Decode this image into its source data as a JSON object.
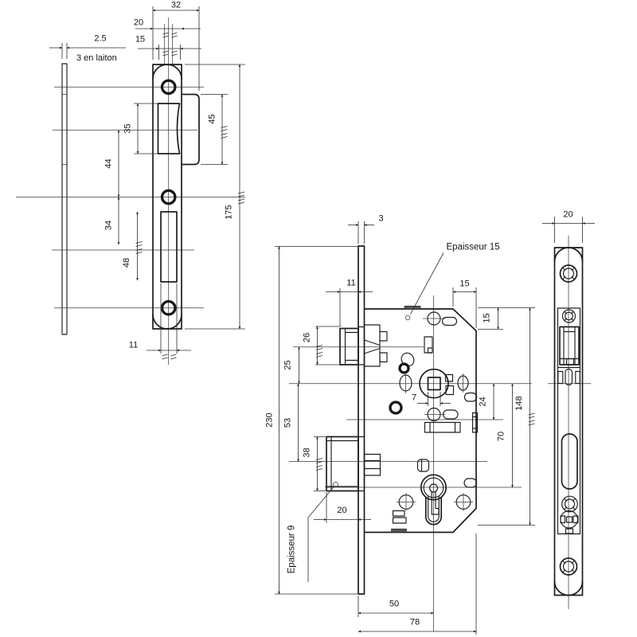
{
  "strike_view": {
    "total_width": "32",
    "plate_width": "20",
    "cutout_width": "15",
    "plate_thickness": "2.5",
    "material_note": "3 en laiton",
    "latch_cutout_height": "35",
    "lip_height": "45",
    "latch_to_middle_hole": "44",
    "middle_hole_to_lower_cutout": "34",
    "lower_cutout_height": "48",
    "total_height": "175",
    "lower_cutout_width": "11"
  },
  "lock_view": {
    "faceplate_thickness": "3",
    "latch_projection": "11",
    "case_thickness_label": "Epaisseur 15",
    "chamfer_width": "15",
    "chamfer_height": "15",
    "latch_height": "26",
    "latch_to_follower": "25",
    "follower_to_bolt": "53",
    "bolt_height": "38",
    "bolt_projection": "20",
    "bolt_thickness_label": "Epaisseur 9",
    "faceplate_length": "230",
    "spindle_square": "7",
    "follower_to_spring": "24",
    "follower_to_cylinder": "70",
    "case_height": "148",
    "backset": "50",
    "case_depth": "78"
  },
  "faceplate_view": {
    "width": "20"
  }
}
